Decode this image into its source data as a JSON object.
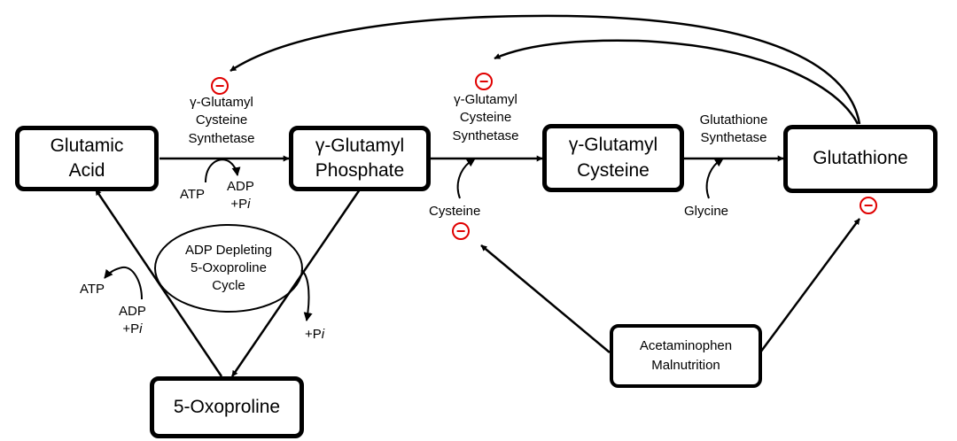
{
  "nodes": {
    "glutamic_acid": {
      "line1": "Glutamic",
      "line2": "Acid"
    },
    "gamma_glutamyl_phosphate": {
      "line1": "γ-Glutamyl",
      "line2": "Phosphate"
    },
    "gamma_glutamyl_cysteine": {
      "line1": "γ-Glutamyl",
      "line2": "Cysteine"
    },
    "glutathione": {
      "label": "Glutathione"
    },
    "oxoproline": {
      "label": "5-Oxoproline"
    },
    "acetaminophen": {
      "line1": "Acetaminophen",
      "line2": "Malnutrition"
    }
  },
  "enzymes": {
    "synthetase_1": {
      "line1": "γ-Glutamyl",
      "line2": "Cysteine",
      "line3": "Synthetase"
    },
    "synthetase_2": {
      "line1": "γ-Glutamyl",
      "line2": "Cysteine",
      "line3": "Synthetase"
    },
    "glutathione_synthetase": {
      "line1": "Glutathione",
      "line2": "Synthetase"
    }
  },
  "cycle": {
    "line1": "ADP Depleting",
    "line2": "5-Oxoproline",
    "line3": "Cycle"
  },
  "cofactors": {
    "atp_top": "ATP",
    "adp_top": "ADP",
    "pi_top_prefix": "+P",
    "pi_top_i": "i",
    "atp_left": "ATP",
    "adp_left": "ADP",
    "pi_left_prefix": "+P",
    "pi_left_i": "i",
    "pi_right_prefix": "+P",
    "pi_right_i": "i",
    "cysteine": "Cysteine",
    "glycine": "Glycine"
  },
  "inhibition_symbol": "−",
  "colors": {
    "inhibition": "#e00000",
    "stroke": "#000000",
    "background": "#ffffff"
  }
}
